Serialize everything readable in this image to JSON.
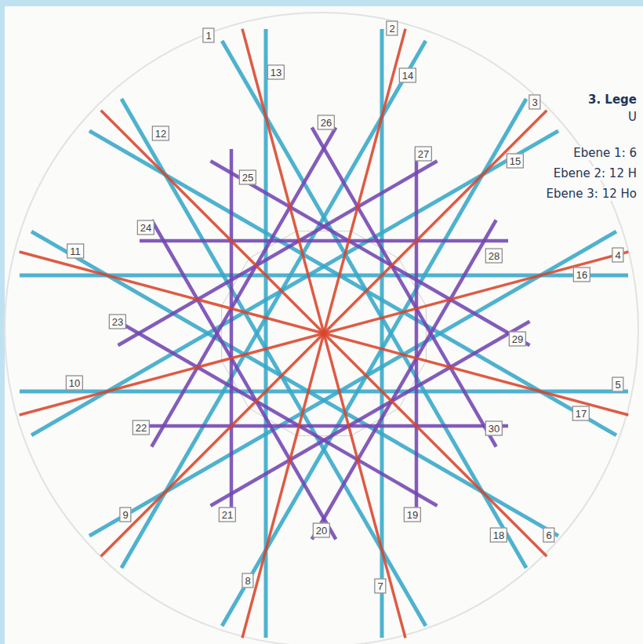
{
  "diagram": {
    "labels": [
      "1",
      "2",
      "3",
      "4",
      "5",
      "6",
      "7",
      "8",
      "9",
      "10",
      "11",
      "12",
      "13",
      "14",
      "15",
      "16",
      "17",
      "18",
      "19",
      "20",
      "21",
      "22",
      "23",
      "24",
      "25",
      "26",
      "27",
      "28",
      "29",
      "30",
      "3. Lege",
      "U",
      "Ebene 1: 6",
      "Ebene 2: 12 H",
      "Ebene 3: 12 Ho"
    ]
  }
}
